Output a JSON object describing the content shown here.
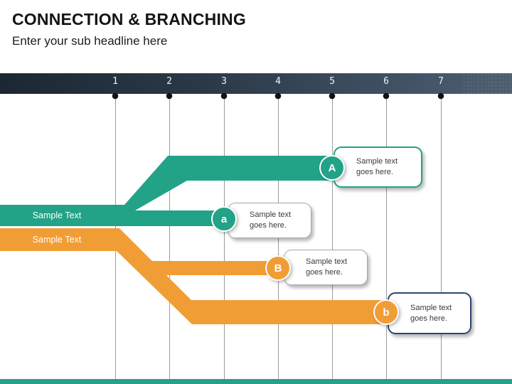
{
  "slide": {
    "title": "CONNECTION & BRANCHING",
    "subtitle": "Enter your sub headline here"
  },
  "timeline": {
    "labels": [
      "1",
      "2",
      "3",
      "4",
      "5",
      "6",
      "7"
    ]
  },
  "branches": [
    {
      "name": "teal-branch",
      "label": "Sample Text",
      "color": "#22a287",
      "nodes": [
        {
          "id": "A",
          "callout": "Sample text goes here."
        },
        {
          "id": "a",
          "callout": "Sample text goes here."
        }
      ]
    },
    {
      "name": "orange-branch",
      "label": "Sample Text",
      "color": "#f19d35",
      "nodes": [
        {
          "id": "B",
          "callout": "Sample text goes here."
        },
        {
          "id": "b",
          "callout": "Sample text goes here."
        }
      ]
    }
  ],
  "colors": {
    "teal": "#22a287",
    "orange": "#f19d35",
    "header_left": "#1c2733",
    "header_right": "#45566a",
    "gridline": "#9b9b9b",
    "dot": "#111111",
    "callout_gray_border": "#a6a6a6",
    "callout_teal_border": "#22a287",
    "callout_navy_border": "#2f4572",
    "footer": "#22a287",
    "text_dark": "#3a3a3a"
  }
}
